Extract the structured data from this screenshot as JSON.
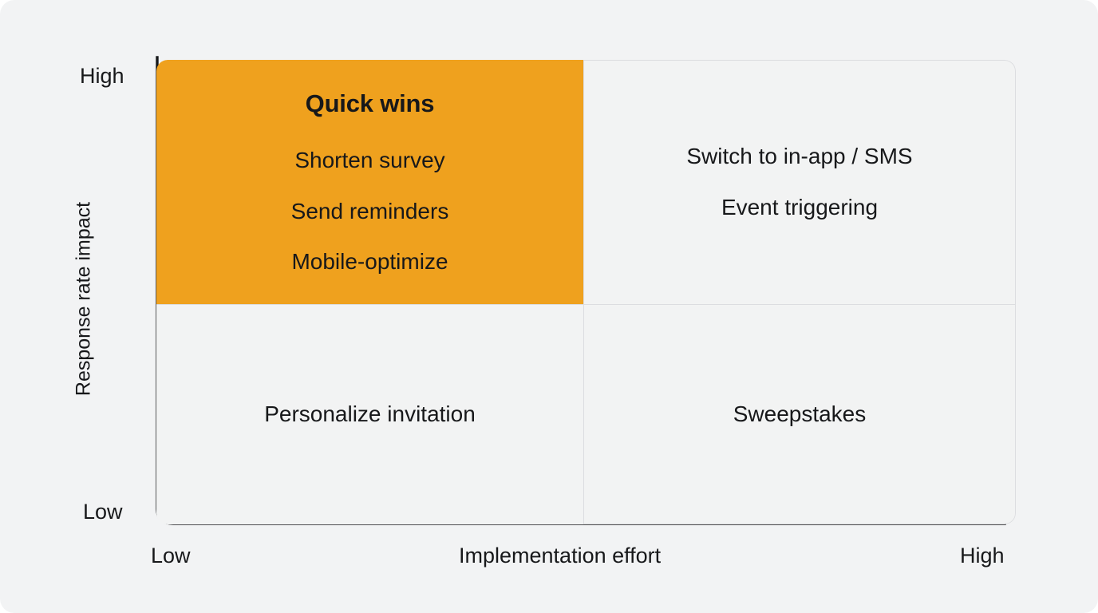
{
  "chart_data": {
    "type": "table",
    "title": "",
    "xlabel": "Implementation effort",
    "ylabel": "Response rate impact",
    "x_ticks": [
      "Low",
      "High"
    ],
    "y_ticks": [
      "Low",
      "High"
    ],
    "grid": true,
    "legend": "none",
    "highlight_color": "#efa11e",
    "quadrant_bg": "#f2f3f3",
    "axis_color": "#17181a",
    "divider_color": "#dcdde0",
    "quadrants": [
      {
        "key": "high-impact-low-effort",
        "position": "top-left",
        "highlighted": true,
        "title": "Quick wins",
        "items": [
          "Shorten survey",
          "Send reminders",
          "Mobile-optimize"
        ]
      },
      {
        "key": "high-impact-high-effort",
        "position": "top-right",
        "highlighted": false,
        "title": "",
        "items": [
          "Switch to in-app / SMS",
          "Event triggering"
        ]
      },
      {
        "key": "low-impact-low-effort",
        "position": "bottom-left",
        "highlighted": false,
        "title": "",
        "items": [
          "Personalize invitation"
        ]
      },
      {
        "key": "low-impact-high-effort",
        "position": "bottom-right",
        "highlighted": false,
        "title": "",
        "items": [
          "Sweepstakes"
        ]
      }
    ]
  },
  "axes": {
    "y": {
      "title": "Response rate impact",
      "high_label": "High",
      "low_label": "Low"
    },
    "x": {
      "title": "Implementation effort",
      "low_label": "Low",
      "high_label": "High"
    }
  }
}
